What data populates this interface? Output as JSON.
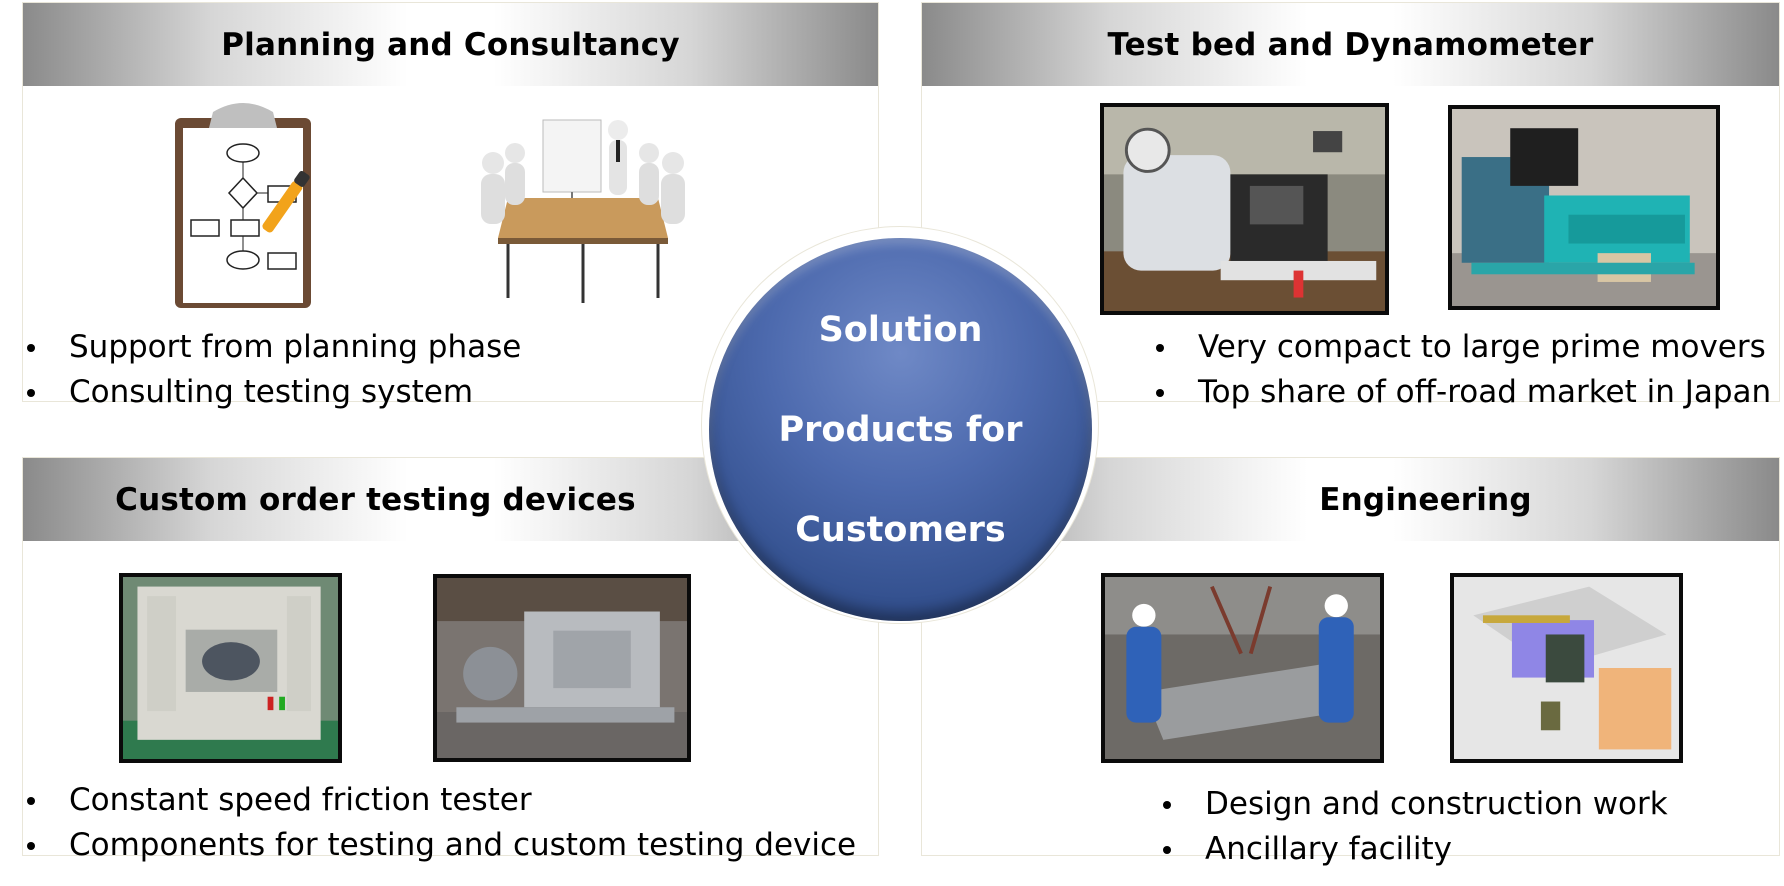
{
  "center": {
    "line1": "Solution",
    "line2": "Products for",
    "line3": "Customers",
    "color": "#3e5a9c"
  },
  "panels": [
    {
      "title": "Planning and Consultancy",
      "bullets": [
        "Support from planning phase",
        "Consulting testing system"
      ],
      "images": [
        "flowchart-clipboard-illustration",
        "meeting-figures-illustration"
      ]
    },
    {
      "title": "Test bed and Dynamometer",
      "bullets": [
        "Very compact to large prime movers",
        "Top share of off-road market in Japan"
      ],
      "images": [
        "engine-test-bed-photo",
        "teal-dynamometer-photo"
      ]
    },
    {
      "title": "Custom order testing devices",
      "bullets": [
        "Constant speed friction tester",
        "Components for testing and custom testing device"
      ],
      "images": [
        "friction-tester-photo",
        "testing-device-photo"
      ]
    },
    {
      "title": "Engineering",
      "bullets": [
        "Design and construction work",
        "Ancillary facility"
      ],
      "images": [
        "workers-construction-photo",
        "facility-3d-model-photo"
      ]
    }
  ]
}
